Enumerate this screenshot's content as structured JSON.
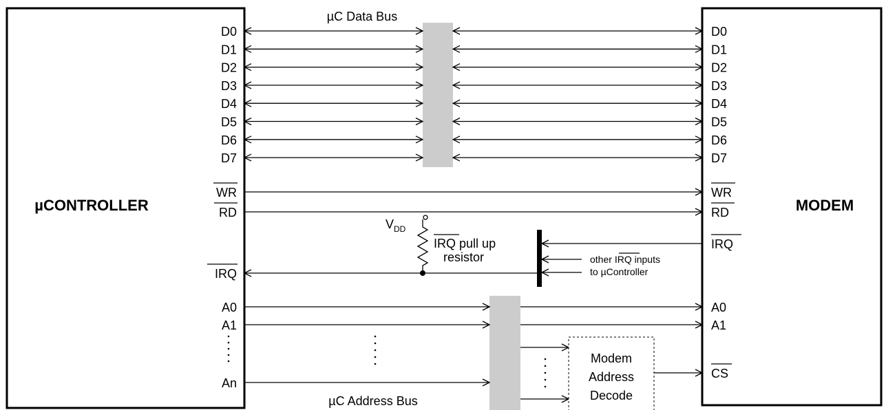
{
  "left_block": {
    "title": "µCONTROLLER",
    "data_pins": [
      "D0",
      "D1",
      "D2",
      "D3",
      "D4",
      "D5",
      "D6",
      "D7"
    ],
    "wr_pin": "WR",
    "rd_pin": "RD",
    "irq_pin": "IRQ",
    "addr_pins": [
      "A0",
      "A1"
    ],
    "addr_last_pin": "An"
  },
  "right_block": {
    "title": "MODEM",
    "data_pins": [
      "D0",
      "D1",
      "D2",
      "D3",
      "D4",
      "D5",
      "D6",
      "D7"
    ],
    "wr_pin": "WR",
    "rd_pin": "RD",
    "irq_pin": "IRQ",
    "addr_pins": [
      "A0",
      "A1"
    ],
    "cs_pin": "CS"
  },
  "data_bus_label": "µC Data Bus",
  "address_bus_label": "µC Address Bus",
  "vdd": {
    "main": "V",
    "sub": "DD"
  },
  "pullup_label": {
    "irq": "IRQ",
    "rest": "pull up",
    "line2": "resistor"
  },
  "other_irq_label": {
    "prefix": "other",
    "irq": "IRQ",
    "suffix": "inputs",
    "line2": "to µController"
  },
  "decode_label": [
    "Modem",
    "Address",
    "Decode"
  ]
}
